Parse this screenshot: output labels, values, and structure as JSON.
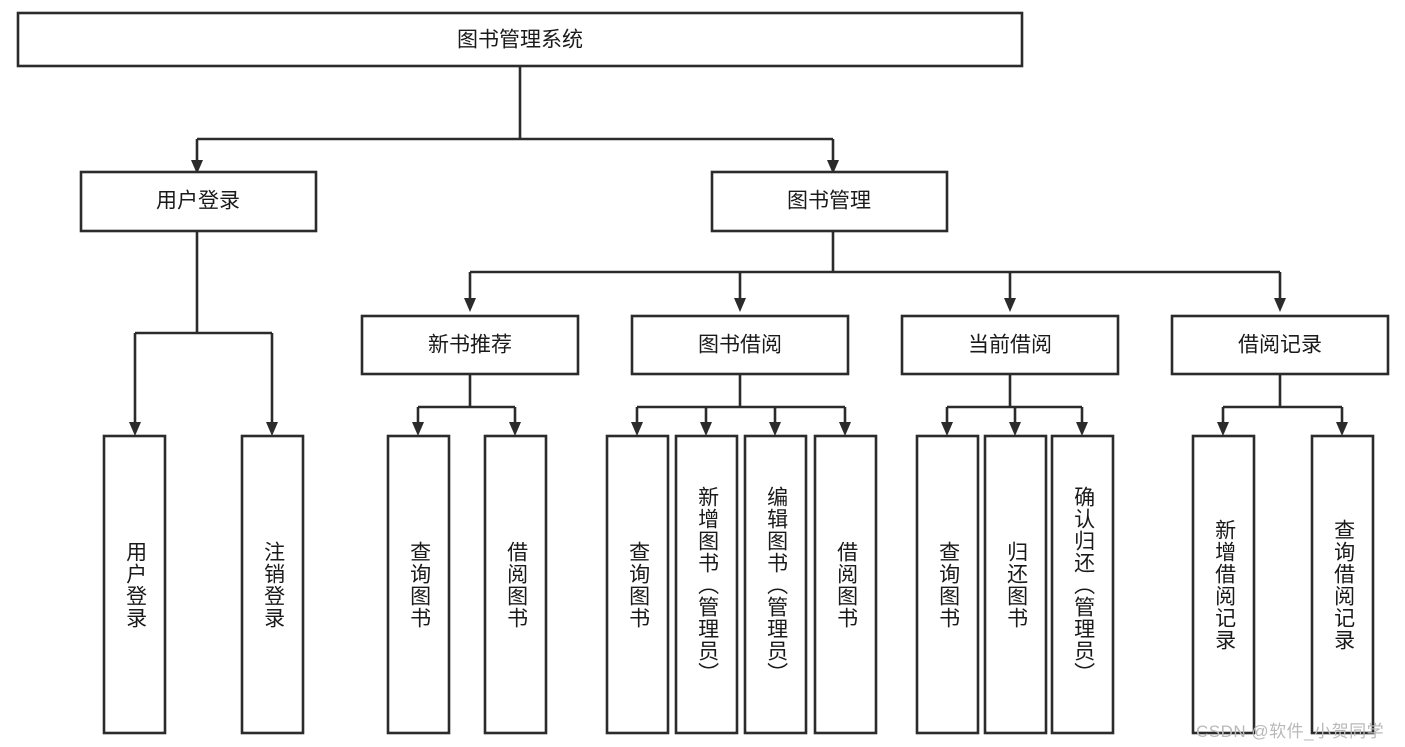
{
  "diagram": {
    "title": "图书管理系统",
    "type": "tree-hierarchy",
    "watermark": "CSDN @软件_小贺同学",
    "colors": {
      "stroke": "#2b2b2b",
      "fill": "#ffffff",
      "text": "#1a1a1a",
      "watermark": "#b9b9b9",
      "background": "#ffffff"
    },
    "root": {
      "label": "图书管理系统"
    },
    "level2": [
      {
        "label": "用户登录"
      },
      {
        "label": "图书管理"
      }
    ],
    "level3": [
      {
        "label": "新书推荐"
      },
      {
        "label": "图书借阅"
      },
      {
        "label": "当前借阅"
      },
      {
        "label": "借阅记录"
      }
    ],
    "leaves": {
      "user_login": [
        {
          "label": "用户登录"
        },
        {
          "label": "注销登录"
        }
      ],
      "new_book_recommend": [
        {
          "label": "查询图书"
        },
        {
          "label": "借阅图书"
        }
      ],
      "book_borrow": [
        {
          "label": "查询图书"
        },
        {
          "label": "新增图书（管理员）"
        },
        {
          "label": "编辑图书（管理员）"
        },
        {
          "label": "借阅图书"
        }
      ],
      "current_borrow": [
        {
          "label": "查询图书"
        },
        {
          "label": "归还图书"
        },
        {
          "label": "确认归还（管理员）"
        }
      ],
      "borrow_record": [
        {
          "label": "新增借阅记录"
        },
        {
          "label": "查询借阅记录"
        }
      ]
    }
  }
}
